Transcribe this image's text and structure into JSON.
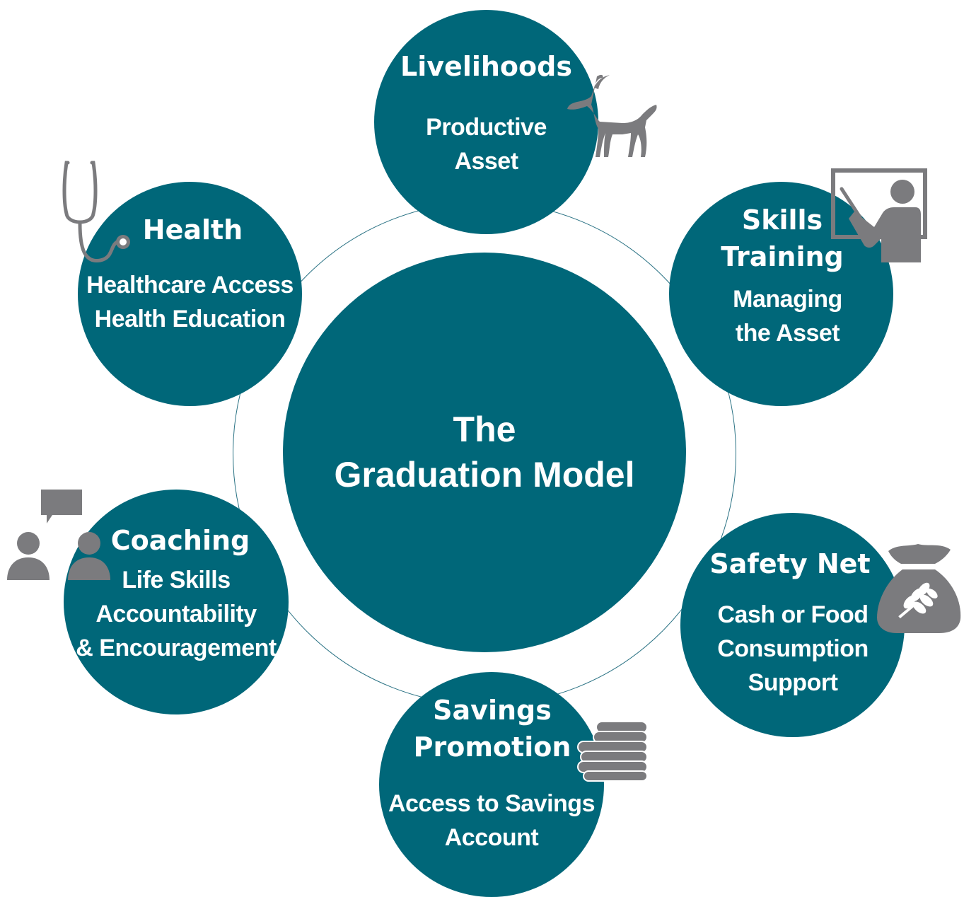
{
  "center": {
    "line1": "The",
    "line2": "Graduation Model"
  },
  "nodes": {
    "livelihoods": {
      "title": [
        "Livelihoods"
      ],
      "subtitle": [
        "Productive",
        "Asset"
      ],
      "icon": "goat-icon"
    },
    "skills": {
      "title": [
        "Skills",
        "Training"
      ],
      "subtitle": [
        "Managing",
        "the Asset"
      ],
      "icon": "teacher-board-icon"
    },
    "safety_net": {
      "title": [
        "Safety Net"
      ],
      "subtitle": [
        "Cash or Food",
        "Consumption",
        "Support"
      ],
      "icon": "grain-sack-icon"
    },
    "savings": {
      "title": [
        "Savings",
        "Promotion"
      ],
      "subtitle": [
        "Access to Savings",
        "Account"
      ],
      "icon": "coin-stack-icon"
    },
    "coaching": {
      "title": [
        "Coaching"
      ],
      "subtitle": [
        "Life Skills",
        "Accountability",
        "& Encouragement"
      ],
      "icon": "conversation-people-icon"
    },
    "health": {
      "title": [
        "Health"
      ],
      "subtitle": [
        "Healthcare Access",
        "Health Education"
      ],
      "icon": "stethoscope-icon"
    }
  },
  "colors": {
    "circle": "#006779",
    "ring": "#2a7284",
    "icon": "#7b7b7e",
    "text": "#ffffff"
  }
}
